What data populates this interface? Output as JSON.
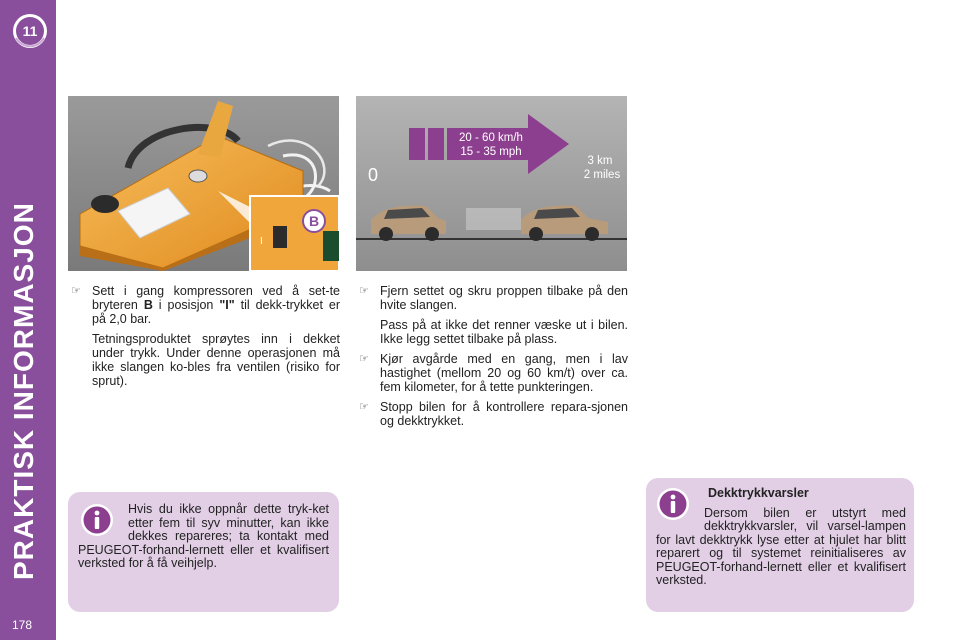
{
  "sidebar": {
    "chapter": "11",
    "title": "PRAKTISK INFORMASJON",
    "page_number": "178",
    "color": "#8a4f9c"
  },
  "figure_left": {
    "callout_label": "B",
    "switch_mark": "I"
  },
  "figure_right": {
    "speed_kmh": "20 - 60 km/h",
    "speed_mph": "15 - 35 mph",
    "start_label": "0",
    "distance_km": "3 km",
    "distance_miles": "2 miles"
  },
  "column_left": {
    "item1_part1": "Sett i gang kompressoren ved å set-te bryteren ",
    "item1_bold1": "B",
    "item1_part2": " i posisjon ",
    "item1_bold2": "\"I\"",
    "item1_part3": " til dekk-trykket er på 2,0 bar.",
    "item1_para2": "Tetningsproduktet sprøytes inn i dekket under trykk. Under denne operasjonen må ikke slangen ko-bles fra ventilen (risiko for sprut)."
  },
  "column_right": {
    "item1": "Fjern settet og skru proppen tilbake på den hvite slangen.",
    "item1_para2": "Pass på at ikke det renner væske ut i bilen. Ikke legg settet tilbake på plass.",
    "item2": "Kjør avgårde med en gang, men i lav hastighet (mellom 20 og 60 km/t) over ca. fem kilometer, for å tette punkteringen.",
    "item3": "Stopp bilen for å kontrollere repara-sjonen og dekktrykket."
  },
  "info_left": {
    "text": "Hvis du ikke oppnår dette tryk-ket etter fem til syv minutter, kan ikke dekkes repareres; ta kontakt med PEUGEOT-forhand-lernett eller et kvalifisert verksted for å få veihjelp."
  },
  "info_right": {
    "title": "Dekktrykkvarsler",
    "text": "Dersom bilen er utstyrt med dekktrykkvarsler, vil varsel-lampen for lavt dekktrykk lyse etter at hjulet har blitt reparert og til systemet reinitialiseres av PEUGEOT-forhand-lernett eller et kvalifisert verksted."
  },
  "colors": {
    "accent": "#8a4f9c",
    "info_bg": "#e2cfe6",
    "kit_orange": "#f0a63a",
    "arrow_purple": "#8d3f8f"
  },
  "icons": [
    "chapter-11-badge-icon",
    "info-icon",
    "pointing-hand-bullet-icon"
  ]
}
